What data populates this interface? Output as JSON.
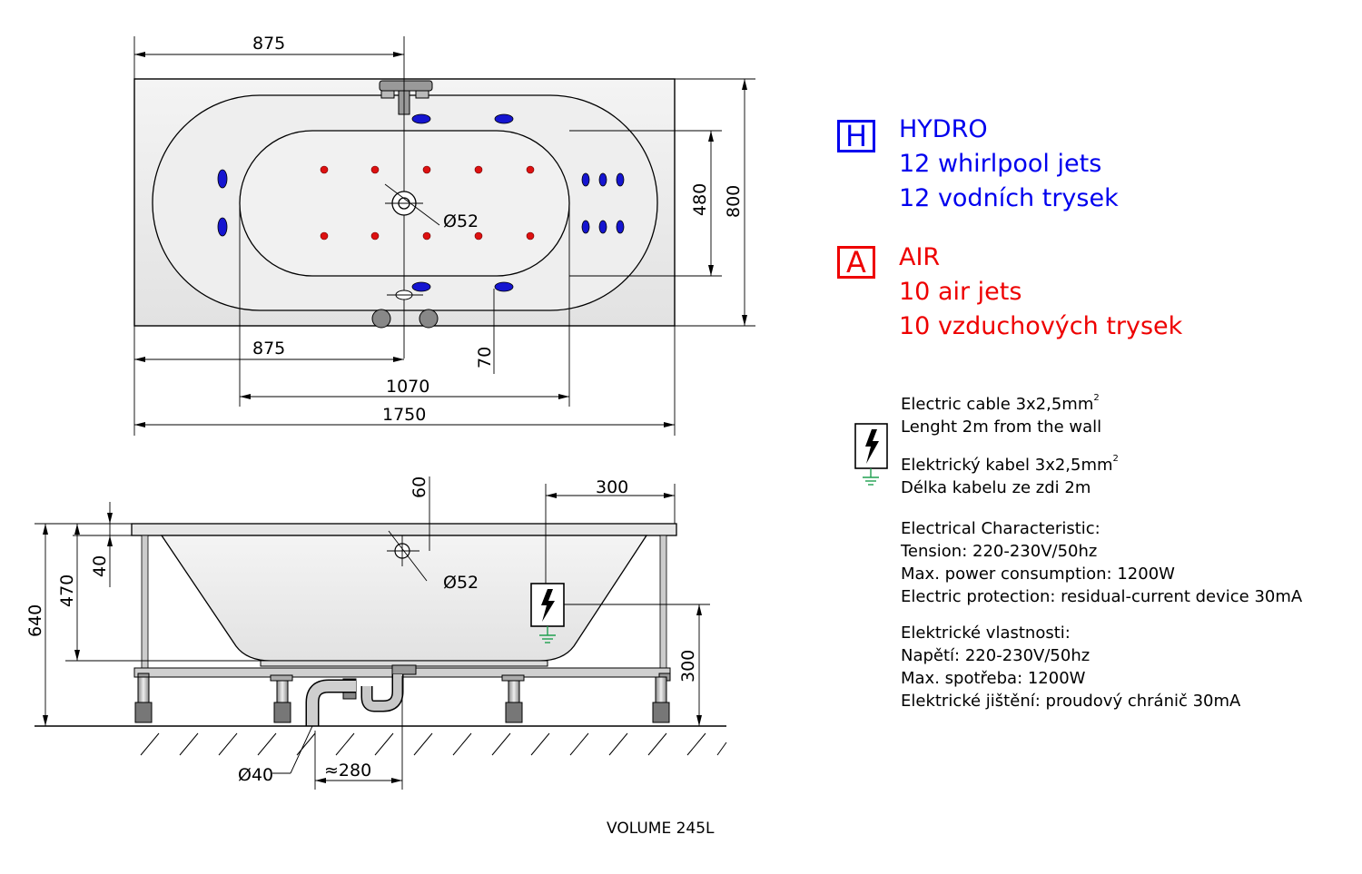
{
  "top_view": {
    "dims": {
      "top_875": "875",
      "bottom_875": "875",
      "width_1070": "1070",
      "length_1750": "1750",
      "inner_480": "480",
      "outer_800": "800",
      "offset_70": "70",
      "drain_dia": "Ø52"
    }
  },
  "side_view": {
    "dims": {
      "rim_60": "60",
      "offset_300": "300",
      "d_40": "40",
      "d_470": "470",
      "d_640": "640",
      "h_300": "300",
      "drain_dia": "Ø52",
      "pipe_dia": "Ø40",
      "approx_280": "≈280"
    }
  },
  "volume": "VOLUME 245L",
  "legend": {
    "hydro": {
      "badge": "H",
      "color": "#0000ee",
      "lines": [
        "HYDRO",
        "12 whirlpool jets",
        "12 vodních trysek"
      ]
    },
    "air": {
      "badge": "A",
      "color": "#ee0000",
      "lines": [
        "AIR",
        "10 air jets",
        "10 vzduchových trysek"
      ]
    }
  },
  "electric": {
    "cable_en_1": "Electric cable 3x2,5mm",
    "cable_en_2": "Lenght 2m from the wall",
    "cable_cz_1": "Elektrický kabel 3x2,5mm",
    "cable_cz_2": "Délka kabelu ze zdi 2m",
    "superscript": "2",
    "char_en": [
      "Electrical Characteristic:",
      "Tension: 220-230V/50hz",
      "Max. power consumption: 1200W",
      "Electric protection: residual-current device 30mA"
    ],
    "char_cz": [
      "Elektrické vlastnosti:",
      "Napětí: 220-230V/50hz",
      "Max. spotřeba: 1200W",
      "Elektrické jištění: proudový chránič 30mA"
    ]
  },
  "icons": {
    "electric": "lightning-bolt-icon",
    "ground": "ground-icon",
    "jet_hydro": "hydro-jet-icon",
    "jet_air": "air-jet-icon"
  },
  "colors": {
    "hydro_jet": "#1515d0",
    "air_jet": "#dd1111",
    "ground": "#20a050",
    "tub_fill": "#ececec"
  }
}
